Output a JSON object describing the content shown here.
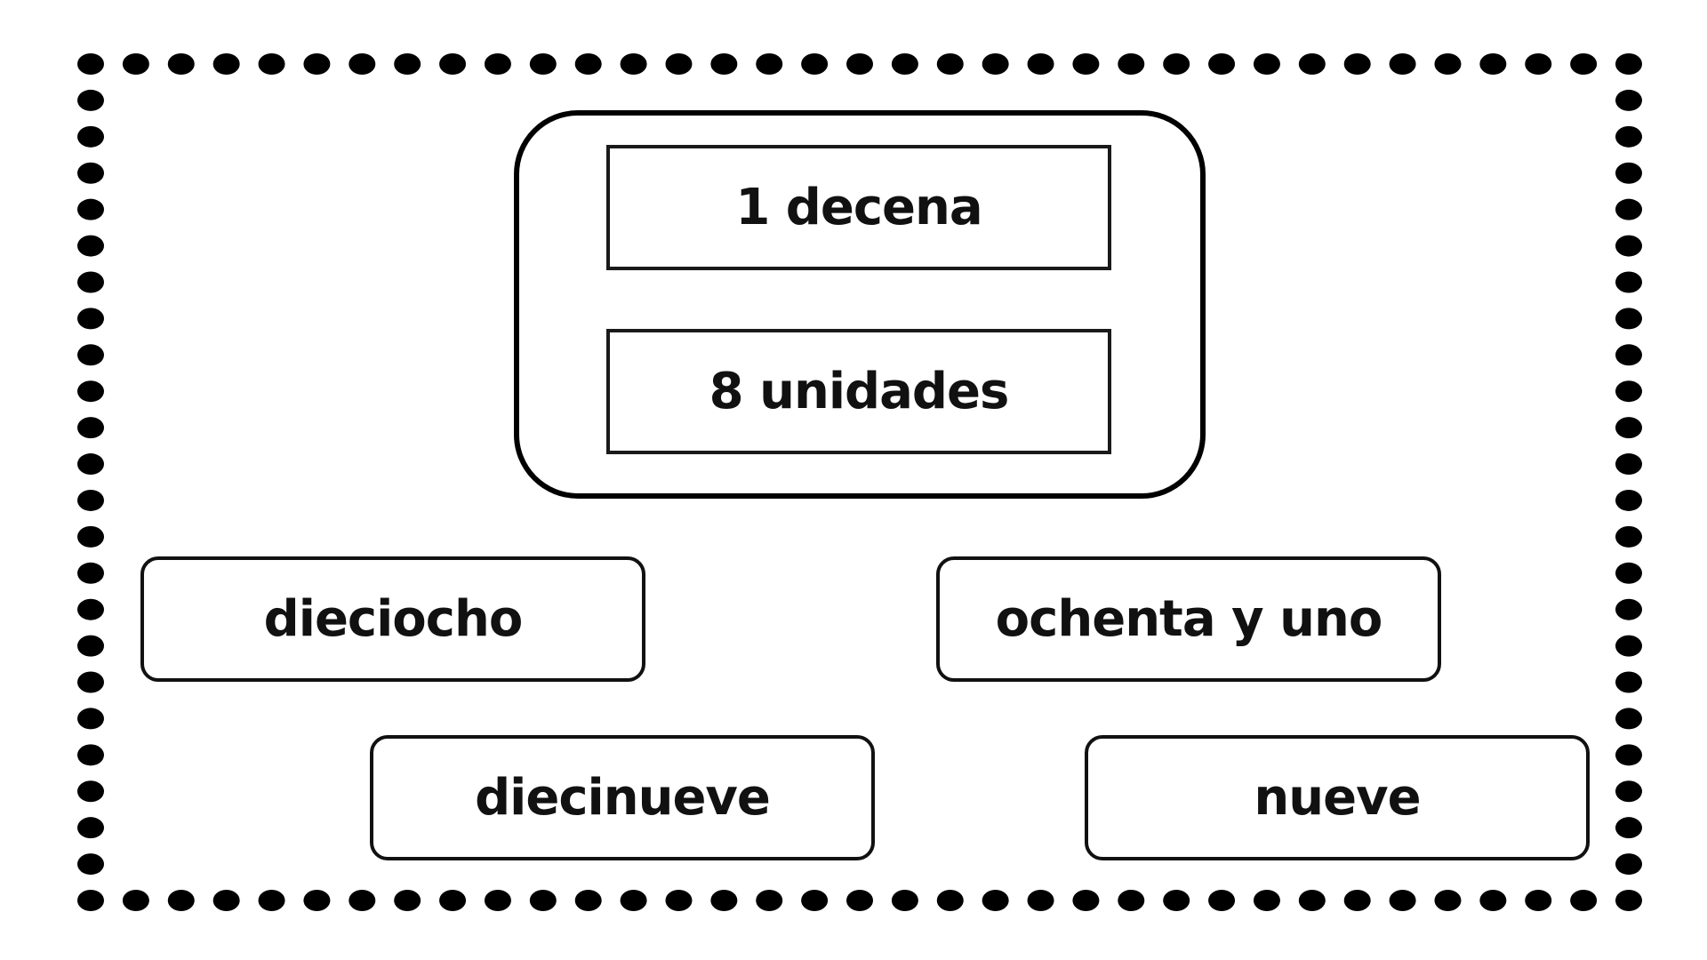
{
  "prompt": {
    "tens": "1 decena",
    "units": "8 unidades"
  },
  "options": [
    {
      "label": "dieciocho"
    },
    {
      "label": "ochenta y uno"
    },
    {
      "label": "diecinueve"
    },
    {
      "label": "nueve"
    }
  ],
  "colors": {
    "border": "#000000",
    "background": "#ffffff",
    "text": "#111111"
  }
}
